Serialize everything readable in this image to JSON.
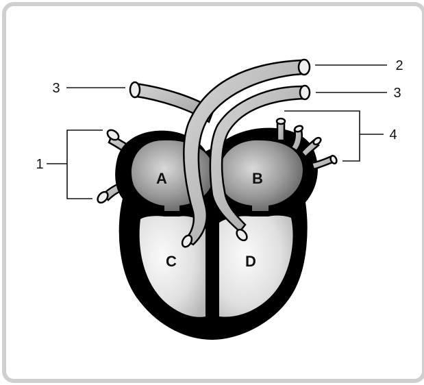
{
  "diagram": {
    "chamber_labels": {
      "A": "A",
      "B": "B",
      "C": "C",
      "D": "D"
    },
    "callouts": {
      "one": "1",
      "two": "2",
      "three_left": "3",
      "three_right": "3",
      "four": "4"
    },
    "colors": {
      "outline": "#000000",
      "vessel": "#b8b8b8",
      "atrium": "#8a8a8a",
      "ventricle": "#e2e2e2",
      "frame_border": "#cfcfcf"
    }
  }
}
